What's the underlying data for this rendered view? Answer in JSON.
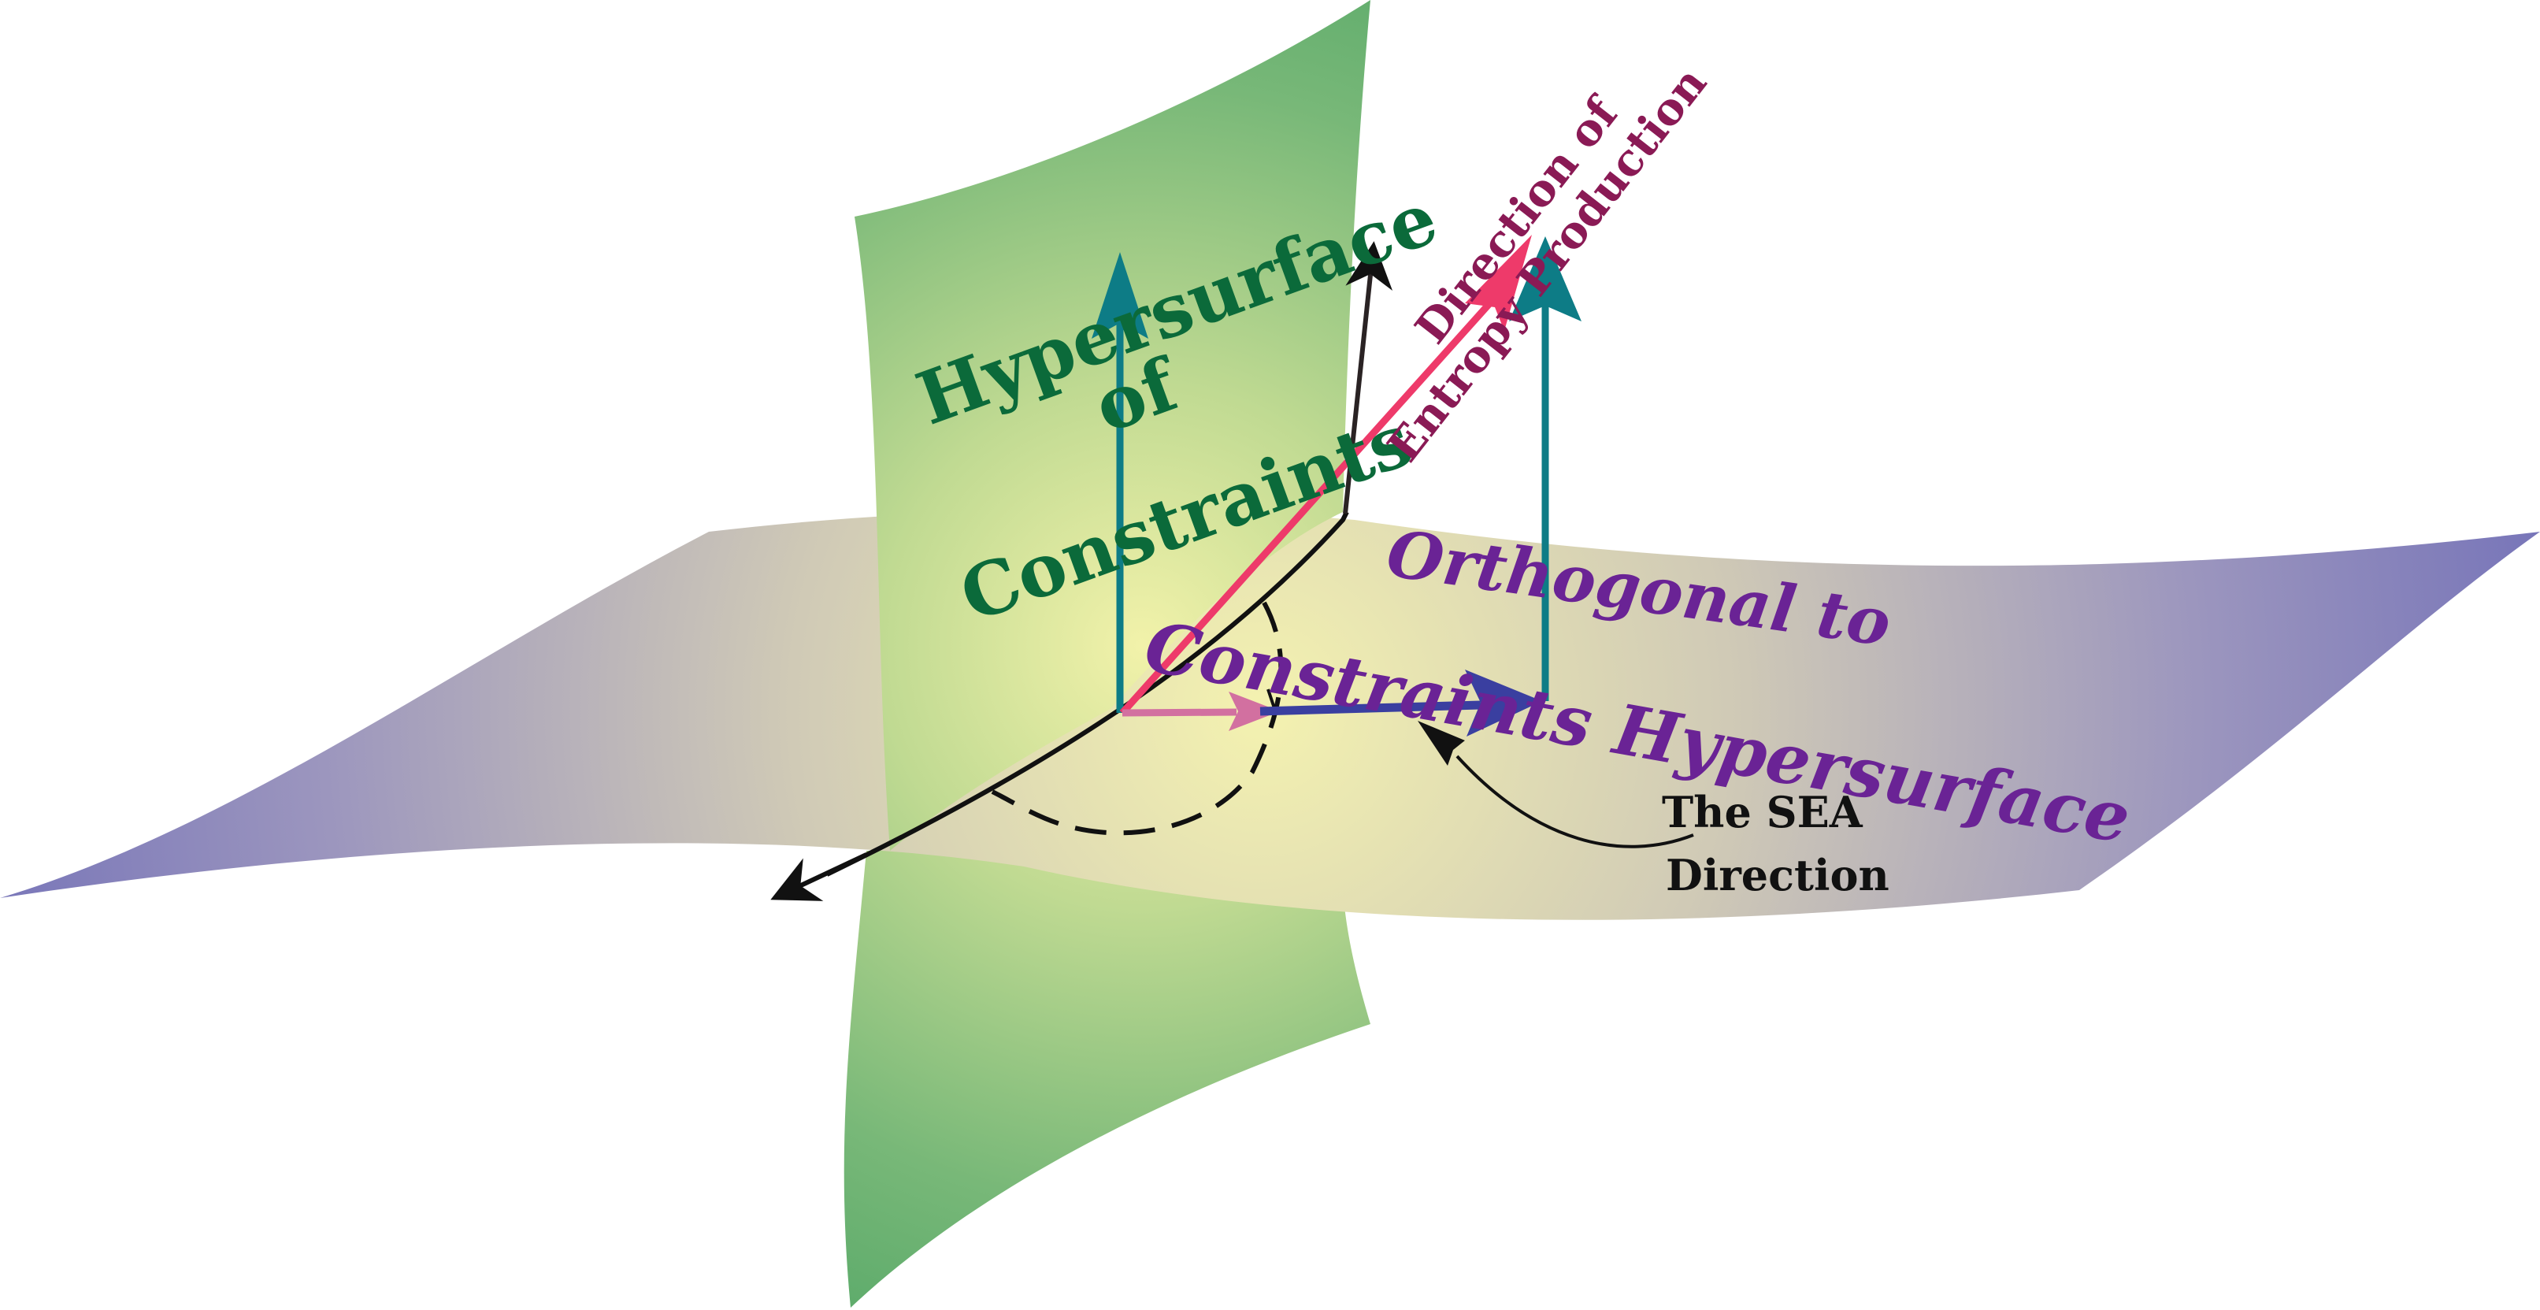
{
  "labels": {
    "constraints_hypersurface": {
      "line1": "Hypersurface",
      "line2": "of",
      "line3": "Constraints"
    },
    "orthogonal_hypersurface": {
      "line1": "Orthogonal to",
      "line2": "Constraints Hypersurface"
    },
    "entropy_direction": {
      "line1": "Direction of",
      "line2": "Entropy Production"
    },
    "sea_direction": {
      "line1": "The SEA",
      "line2": "Direction"
    }
  },
  "colors": {
    "green_surface_light": "#EEF0A8",
    "green_surface_dark": "#5DAE6B",
    "purple_surface_light": "#F2F0B8",
    "purple_surface_mid": "#C8C0B4",
    "purple_surface_dark": "#7A76BA",
    "green_text": "#0B6A3A",
    "purple_text": "#6A2395",
    "magenta_text": "#8A1A55",
    "teal_arrow": "#0D7C86",
    "pink_arrow": "#EE3A6A",
    "light_pink_arrow": "#D270A0",
    "blue_arrow": "#3A3FA0",
    "black": "#111111"
  }
}
